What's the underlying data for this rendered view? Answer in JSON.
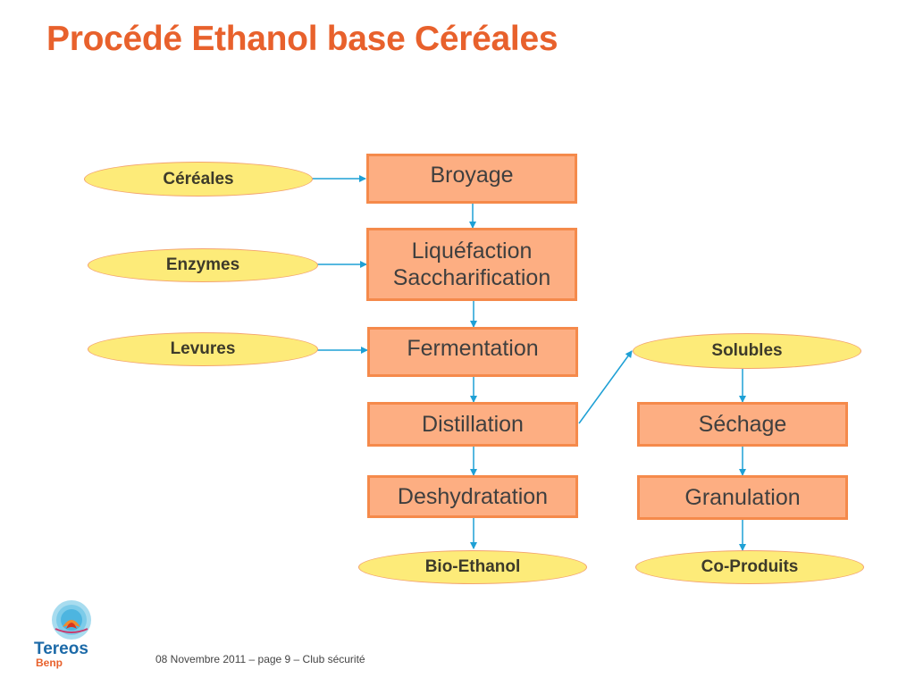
{
  "title": "Procédé Ethanol base Céréales",
  "inputs": {
    "cereales": "Céréales",
    "enzymes": "Enzymes",
    "levures": "Levures"
  },
  "process": {
    "broyage": "Broyage",
    "liquefaction": "Liquéfaction",
    "saccharification": "Saccharification",
    "fermentation": "Fermentation",
    "distillation": "Distillation",
    "deshydratation": "Deshydratation"
  },
  "coproducts": {
    "solubles": "Solubles",
    "sechage": "Séchage",
    "granulation": "Granulation"
  },
  "outputs": {
    "bio_ethanol": "Bio-Ethanol",
    "co_produits": "Co-Produits"
  },
  "footer": "08 Novembre 2011 – page 9 – Club sécurité",
  "logo": {
    "name": "Tereos",
    "sub": "Benp"
  },
  "colors": {
    "title": "#e8612c",
    "box_fill": "#fdae82",
    "box_border": "#f58a4b",
    "oval_fill": "#fdeb79",
    "arrow": "#1ea0d5"
  }
}
